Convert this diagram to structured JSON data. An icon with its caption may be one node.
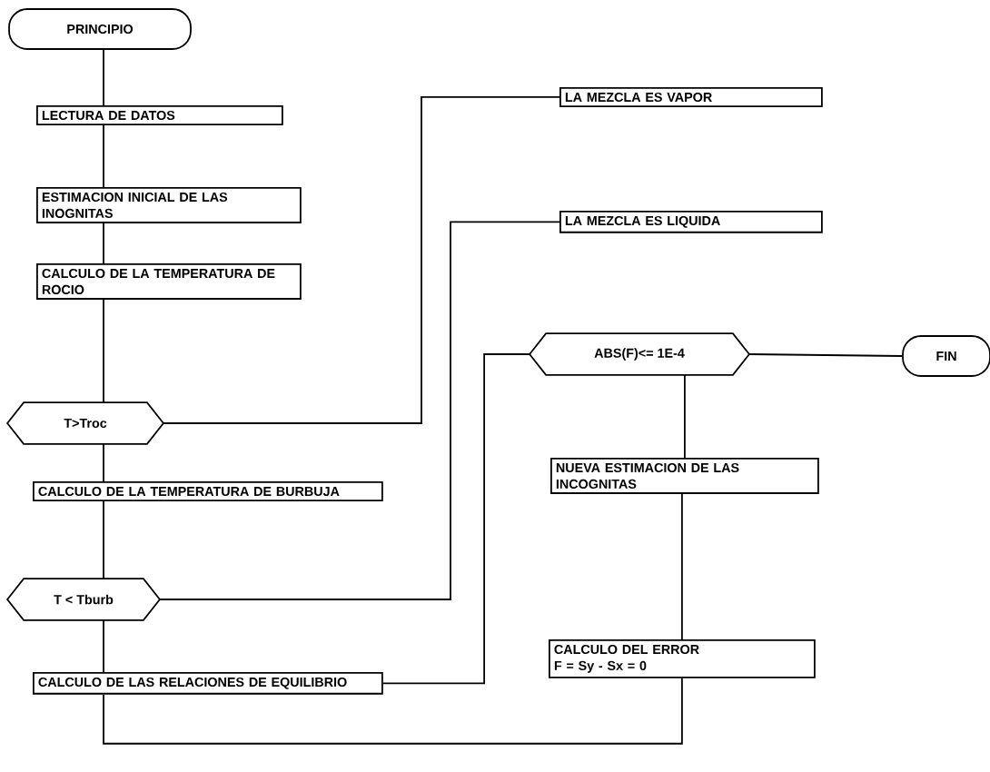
{
  "diagram": {
    "nodes": [
      {
        "text": [
          "PRINCIPIO"
        ]
      },
      {
        "text": [
          "LECTURA DE DATOS"
        ]
      },
      {
        "text": [
          "ESTIMACION INICIAL DE LAS INOGNITAS"
        ]
      },
      {
        "text": [
          "CALCULO DE LA TEMPERATURA DE ROCIO"
        ]
      },
      {
        "text": [
          "T>Troc"
        ]
      },
      {
        "text": [
          "CALCULO DE LA TEMPERATURA DE BURBUJA"
        ]
      },
      {
        "text": [
          "T < Tburb"
        ]
      },
      {
        "text": [
          "CALCULO DE LAS RELACIONES DE EQUILIBRIO"
        ]
      },
      {
        "text": [
          "LA MEZCLA ES VAPOR"
        ]
      },
      {
        "text": [
          "LA MEZCLA ES LIQUIDA"
        ]
      },
      {
        "text": [
          "ABS(F)<= 1E-4"
        ]
      },
      {
        "text": [
          "FIN"
        ]
      },
      {
        "text": [
          "NUEVA ESTIMACION DE LAS INCOGNITAS"
        ]
      },
      {
        "text": [
          "CALCULO DEL ERROR",
          "F = Sy - Sx = 0"
        ]
      }
    ],
    "edges": [
      {
        "from": 0,
        "to": 1,
        "arrow": "none"
      },
      {
        "from": 1,
        "to": 2,
        "arrow": "none"
      },
      {
        "from": 2,
        "to": 3,
        "arrow": "none"
      },
      {
        "from": 3,
        "to": 4,
        "arrow": "none"
      },
      {
        "from": 4,
        "to": 5,
        "arrow": "none"
      },
      {
        "from": 5,
        "to": 6,
        "arrow": "none"
      },
      {
        "from": 6,
        "to": 7,
        "arrow": "none"
      },
      {
        "from": 4,
        "to": 8,
        "arrow": "none"
      },
      {
        "from": 6,
        "to": 9,
        "arrow": "none"
      },
      {
        "from": 7,
        "to": 10,
        "arrow": "none"
      },
      {
        "from": 10,
        "to": 11,
        "arrow": "none"
      },
      {
        "from": 10,
        "to": 12,
        "arrow": "none"
      },
      {
        "from": 12,
        "to": 13,
        "arrow": "none"
      },
      {
        "from": 13,
        "to": 7,
        "arrow": "none"
      }
    ]
  }
}
